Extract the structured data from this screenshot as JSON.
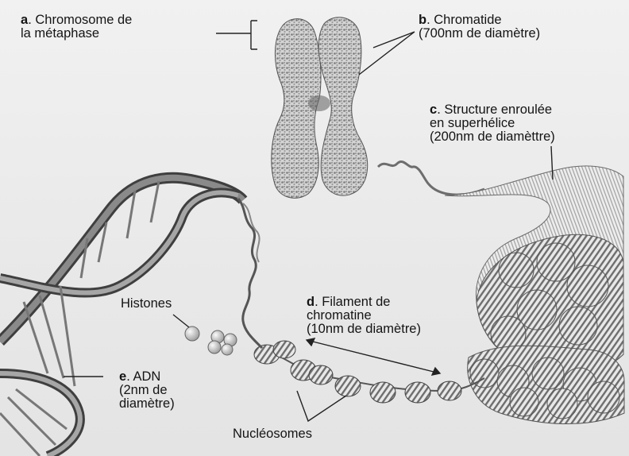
{
  "labels": {
    "a": {
      "key": "a",
      "line1": ". Chromosome de",
      "line2": "la métaphase"
    },
    "b": {
      "key": "b",
      "line1": ". Chromatide",
      "line2": "(700nm de diamètre)"
    },
    "c": {
      "key": "c",
      "line1": ". Structure enroulée",
      "line2": "en superhélice",
      "line3": "(200nm de diamèttre)"
    },
    "d": {
      "key": "d",
      "line1": ". Filament de",
      "line2": "chromatine",
      "line3": "(10nm de diamètre)"
    },
    "e": {
      "key": "e",
      "line1": ". ADN",
      "line2": "(2nm de",
      "line3": "diamètre)"
    },
    "histones": "Histones",
    "nucleosomes": "Nucléosomes"
  },
  "colors": {
    "ink": "#141414",
    "structure": "#8a8a8a",
    "background": "#efefef"
  }
}
